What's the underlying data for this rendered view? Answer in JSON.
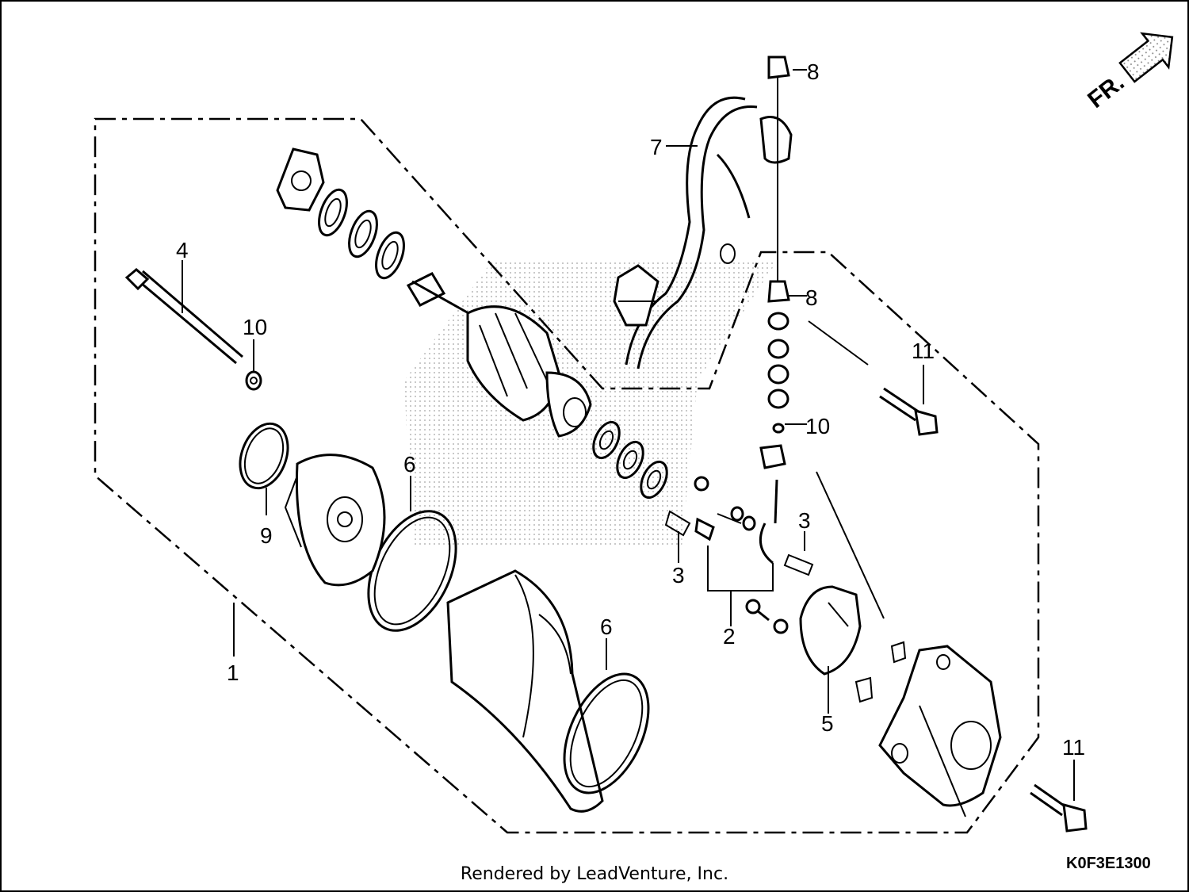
{
  "diagram": {
    "orientation_mark": "FR.",
    "diagram_code": "K0F3E1300",
    "credit": "Rendered by LeadVenture, Inc.",
    "callouts": [
      "1",
      "2",
      "3",
      "3",
      "4",
      "5",
      "6",
      "6",
      "7",
      "8",
      "8",
      "9",
      "10",
      "10",
      "11",
      "11"
    ],
    "colors": {
      "ink": "#000000",
      "background": "#ffffff"
    }
  }
}
